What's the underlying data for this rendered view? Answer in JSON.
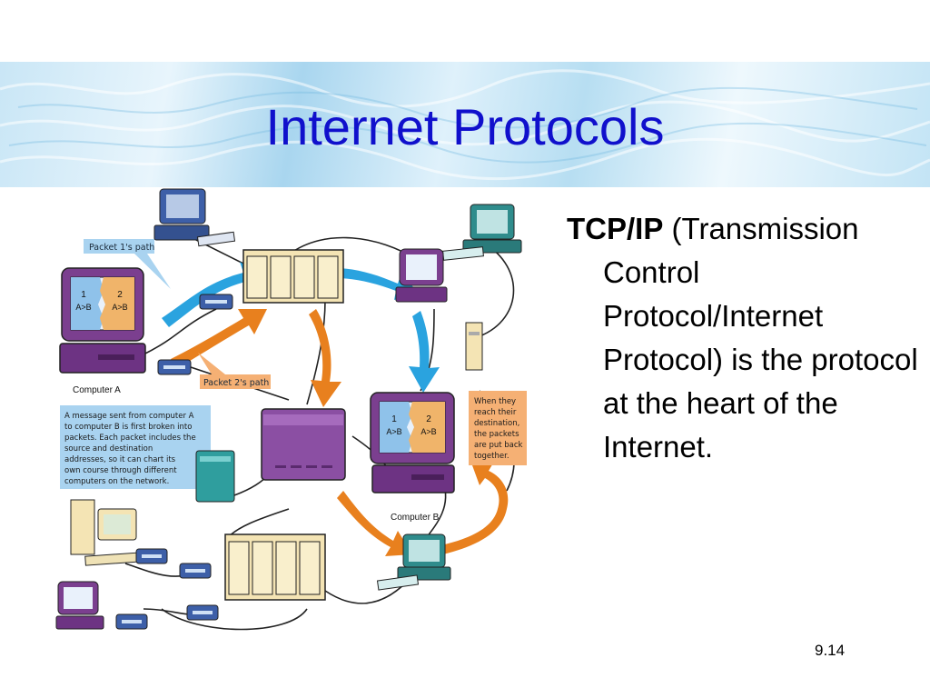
{
  "slide": {
    "title": "Internet Protocols",
    "slide_number": "9.14"
  },
  "description": {
    "term": "TCP/IP",
    "text": "(Transmission Control Protocol/Internet Protocol) is the protocol at the heart of the Internet."
  },
  "diagram": {
    "packet1_label": "Packet 1's path",
    "packet2_label": "Packet 2's path",
    "computer_a_label": "Computer A",
    "computer_b_label": "Computer B",
    "screen_a": {
      "left_num": "1",
      "left_route": "A>B",
      "right_num": "2",
      "right_route": "A>B"
    },
    "screen_b": {
      "left_num": "1",
      "left_route": "A>B",
      "right_num": "2",
      "right_route": "A>B"
    },
    "message_note": [
      "A message sent from computer A",
      "to computer B is first broken into",
      "packets. Each packet includes the",
      "source and destination",
      "addresses, so it can chart its",
      "own course through different",
      "computers on the network."
    ],
    "destination_note": [
      "When they",
      "reach their",
      "destination,",
      "the packets",
      "are put back",
      "together."
    ]
  },
  "colors": {
    "title": "#1010cc",
    "packet1_arrow": "#2aa3df",
    "packet2_arrow": "#e8801e",
    "callout_blue": "#a9d3f0",
    "callout_orange": "#f5b074"
  }
}
